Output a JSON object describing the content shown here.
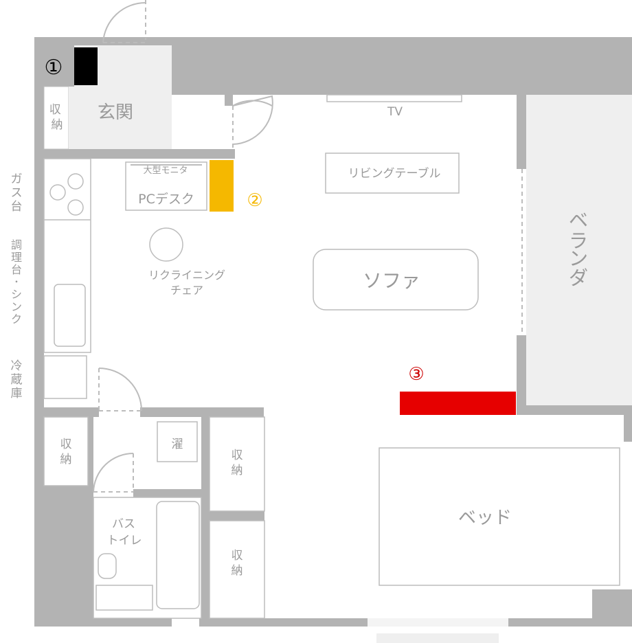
{
  "rooms": {
    "genkan": "玄関",
    "veranda": "ベランダ",
    "bath_toilet_line1": "バス",
    "bath_toilet_line2": "トイレ",
    "storage_top": "収納",
    "storage_left": "収納",
    "storage_mid1": "収納",
    "storage_mid2": "収納",
    "laundry": "濯"
  },
  "side_labels": {
    "gas": "ガス台",
    "sink": "調理台･シンク",
    "fridge": "冷蔵庫"
  },
  "furniture": {
    "tv": "TV",
    "living_table": "リビングテーブル",
    "monitor": "大型モニタ",
    "pc_desk": "PCデスク",
    "chair_line1": "リクライニング",
    "chair_line2": "チェア",
    "sofa": "ソファ",
    "bed": "ベッド"
  },
  "markers": [
    {
      "label": "①",
      "color": "#000000"
    },
    {
      "label": "②",
      "color": "#f5b800"
    },
    {
      "label": "③",
      "color": "#e60000"
    }
  ],
  "colors": {
    "wall": "#b3b3b3",
    "floor_gray": "#efefef",
    "line": "#bcbcbc",
    "text": "#9a9a9a"
  }
}
